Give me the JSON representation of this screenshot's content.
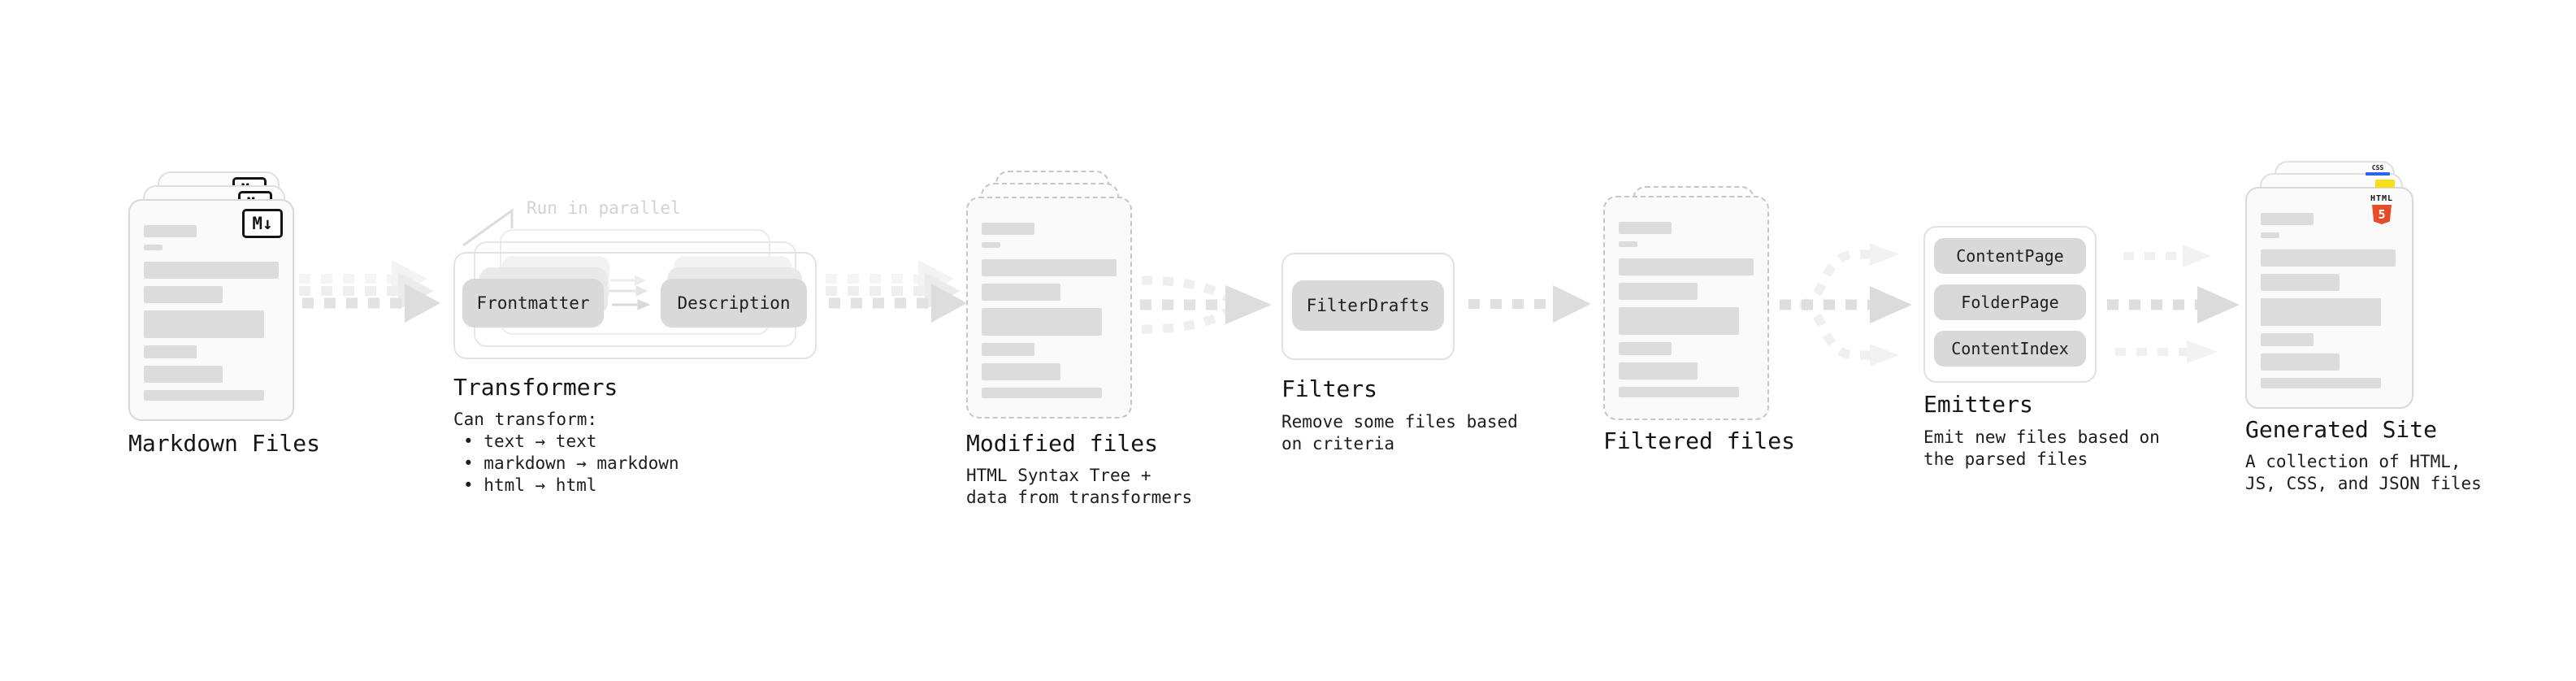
{
  "stages": {
    "markdown_files": {
      "label": "Markdown Files",
      "icon_text": "M↓"
    },
    "transformers": {
      "label": "Transformers",
      "annotation": "Run in parallel",
      "pill_from": "Frontmatter",
      "pill_to": "Description",
      "description_title": "Can transform:",
      "bullets": [
        "text → text",
        "markdown → markdown",
        "html → html"
      ]
    },
    "modified_files": {
      "label": "Modified files",
      "description": [
        "HTML Syntax Tree +",
        "data from transformers"
      ]
    },
    "filters": {
      "label": "Filters",
      "pill": "FilterDrafts",
      "description": [
        "Remove some files based",
        "on criteria"
      ]
    },
    "filtered_files": {
      "label": "Filtered files"
    },
    "emitters": {
      "label": "Emitters",
      "pills": [
        "ContentPage",
        "FolderPage",
        "ContentIndex"
      ],
      "description": [
        "Emit new files based on",
        "the parsed files"
      ]
    },
    "generated_site": {
      "label": "Generated Site",
      "description": [
        "A collection of HTML,",
        "JS, CSS, and JSON files"
      ],
      "html5_icon_word": "HTML",
      "html5_icon_number": "5",
      "css_icon_word": "CSS"
    }
  },
  "colors": {
    "html5_orange": "#e44d26",
    "js_yellow": "#f7df1e",
    "css_blue": "#2965f1"
  }
}
